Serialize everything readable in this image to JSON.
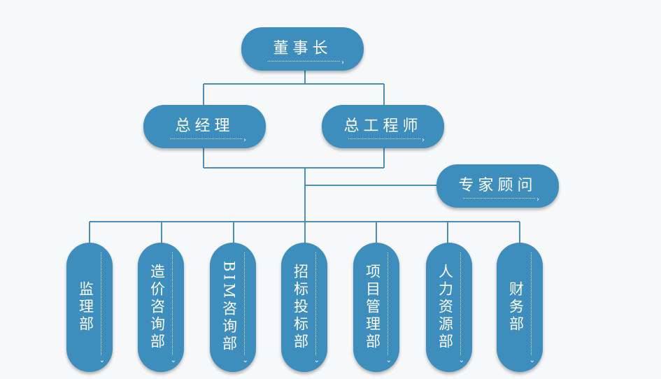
{
  "colors": {
    "box": "#3d8dbd",
    "line": "#4b8fb8",
    "text": "#ffffff",
    "background": "#f7f8fa"
  },
  "org": {
    "chairman": "董事长",
    "gm": "总经理",
    "chief_engineer": "总工程师",
    "experts": "专家顾问",
    "departments": [
      "监理部",
      "造价咨询部",
      "BIM咨询部",
      "招标投标部",
      "项目管理部",
      "人力资源部",
      "财务部"
    ]
  },
  "icons": {
    "box_arrow": "arrow-right-icon",
    "dept_arrow": "arrow-down-icon"
  }
}
